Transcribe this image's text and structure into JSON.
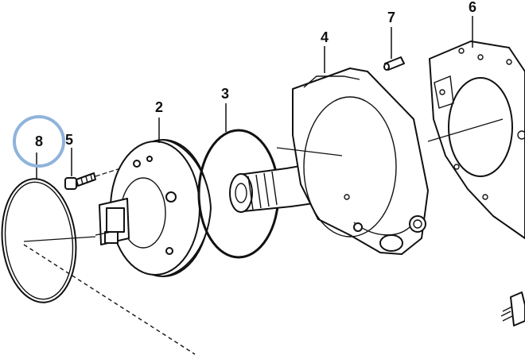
{
  "diagram": {
    "callouts": [
      {
        "id": "8",
        "label": "8",
        "highlighted": true
      },
      {
        "id": "5",
        "label": "5"
      },
      {
        "id": "2",
        "label": "2"
      },
      {
        "id": "3",
        "label": "3"
      },
      {
        "id": "4",
        "label": "4"
      },
      {
        "id": "7",
        "label": "7"
      },
      {
        "id": "6",
        "label": "6"
      }
    ],
    "highlight_color": "#8fb3dc",
    "line_color": "#111111"
  }
}
